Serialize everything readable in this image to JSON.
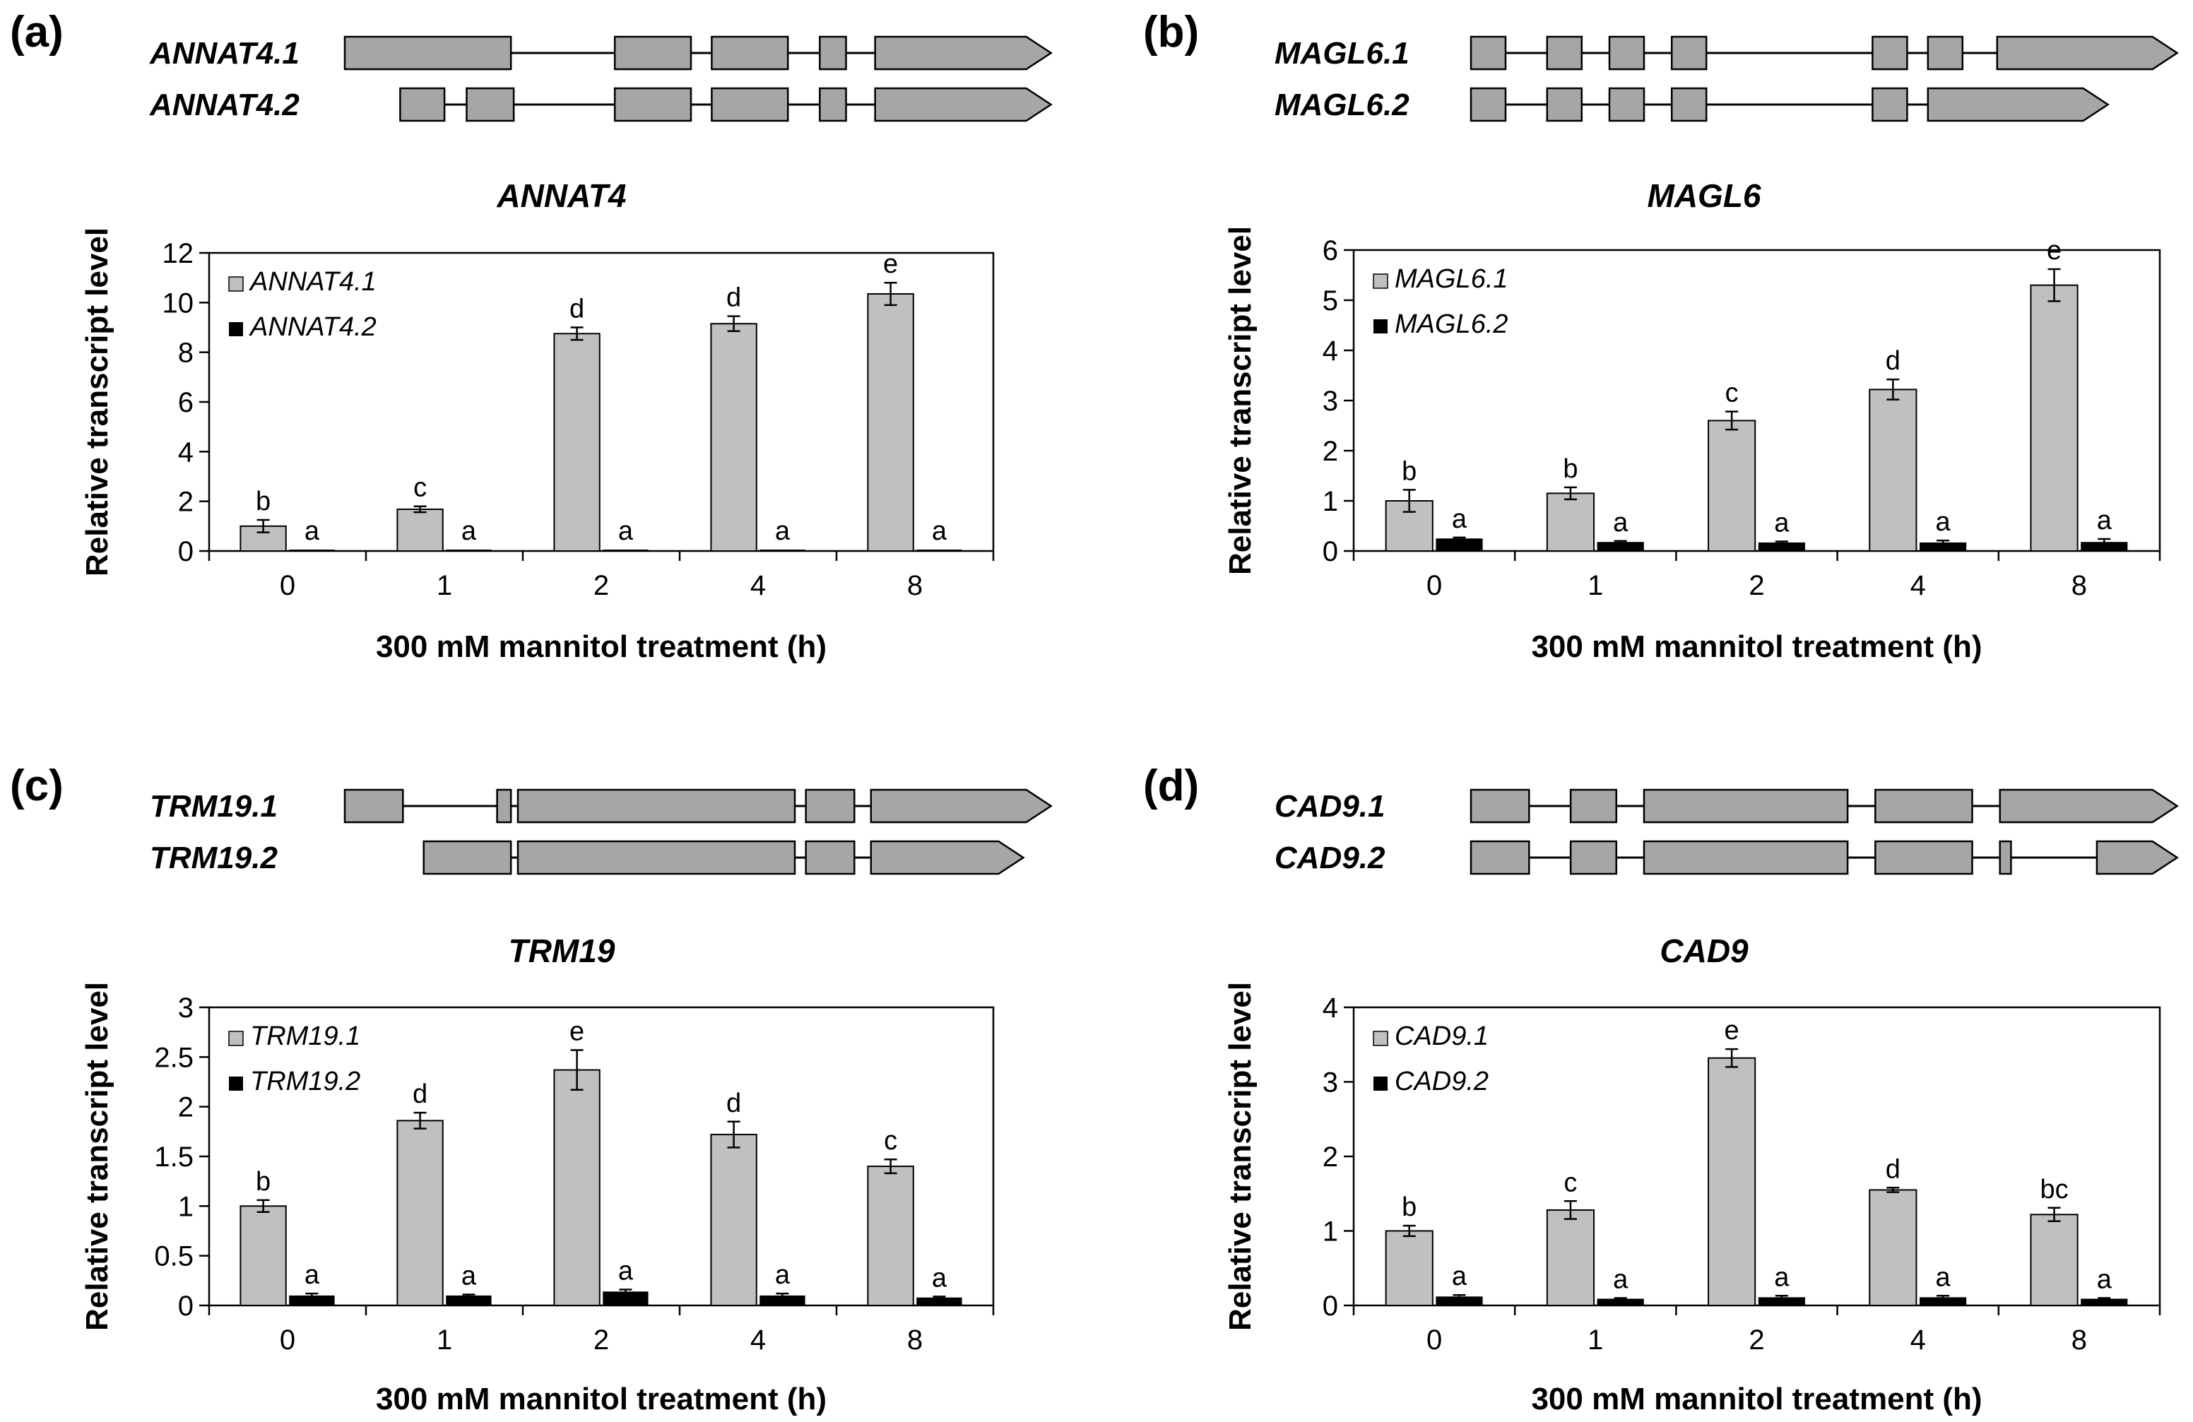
{
  "panels": [
    {
      "letter": "(a)",
      "gene_models": [
        {
          "name": "ANNAT4.1",
          "exons": [
            [
              0,
              120
            ],
            [
              195,
              250
            ],
            [
              265,
              320
            ],
            [
              343,
              362
            ],
            [
              383,
              510
            ]
          ]
        },
        {
          "name": "ANNAT4.2",
          "exons": [
            [
              40,
              72
            ],
            [
              88,
              122
            ],
            [
              195,
              250
            ],
            [
              265,
              320
            ],
            [
              343,
              362
            ],
            [
              383,
              510
            ]
          ]
        }
      ],
      "chart_data": {
        "type": "bar",
        "title": "ANNAT4",
        "xlabel": "300 mM mannitol treatment (h)",
        "ylabel": "Relative transcript level",
        "categories": [
          "0",
          "1",
          "2",
          "4",
          "8"
        ],
        "ylim": [
          0,
          12
        ],
        "yticks": [
          0,
          2,
          4,
          6,
          8,
          10,
          12
        ],
        "series": [
          {
            "name": "ANNAT4.1",
            "color": "#c0c0c0",
            "values": [
              1.0,
              1.68,
              8.75,
              9.15,
              10.35
            ],
            "errors": [
              0.25,
              0.12,
              0.25,
              0.3,
              0.45
            ],
            "labels": [
              "b",
              "c",
              "d",
              "d",
              "e"
            ]
          },
          {
            "name": "ANNAT4.2",
            "color": "#000000",
            "values": [
              0.02,
              0.02,
              0.02,
              0.02,
              0.02
            ],
            "errors": [
              0,
              0,
              0,
              0,
              0
            ],
            "labels": [
              "a",
              "a",
              "a",
              "a",
              "a"
            ]
          }
        ]
      }
    },
    {
      "letter": "(b)",
      "gene_models": [
        {
          "name": "MAGL6.1",
          "exons": [
            [
              0,
              25
            ],
            [
              55,
              80
            ],
            [
              100,
              125
            ],
            [
              145,
              170
            ],
            [
              290,
              315
            ],
            [
              330,
              355
            ],
            [
              380,
              510
            ]
          ]
        },
        {
          "name": "MAGL6.2",
          "exons": [
            [
              0,
              25
            ],
            [
              55,
              80
            ],
            [
              100,
              125
            ],
            [
              145,
              170
            ],
            [
              290,
              315
            ],
            [
              330,
              460
            ]
          ]
        }
      ],
      "chart_data": {
        "type": "bar",
        "title": "MAGL6",
        "xlabel": "300 mM mannitol treatment (h)",
        "ylabel": "Relative transcript level",
        "categories": [
          "0",
          "1",
          "2",
          "4",
          "8"
        ],
        "ylim": [
          0,
          6
        ],
        "yticks": [
          0,
          1,
          2,
          3,
          4,
          5,
          6
        ],
        "series": [
          {
            "name": "MAGL6.1",
            "color": "#c0c0c0",
            "values": [
              1.0,
              1.15,
              2.6,
              3.22,
              5.3
            ],
            "errors": [
              0.22,
              0.12,
              0.18,
              0.2,
              0.32
            ],
            "labels": [
              "b",
              "b",
              "c",
              "d",
              "e"
            ]
          },
          {
            "name": "MAGL6.2",
            "color": "#000000",
            "values": [
              0.25,
              0.18,
              0.17,
              0.17,
              0.18
            ],
            "errors": [
              0.02,
              0.02,
              0.02,
              0.04,
              0.06
            ],
            "labels": [
              "a",
              "a",
              "a",
              "a",
              "a"
            ]
          }
        ]
      }
    },
    {
      "letter": "(c)",
      "gene_models": [
        {
          "name": "TRM19.1",
          "exons": [
            [
              0,
              42
            ],
            [
              110,
              120
            ],
            [
              125,
              325
            ],
            [
              333,
              368
            ],
            [
              380,
              510
            ]
          ]
        },
        {
          "name": "TRM19.2",
          "exons": [
            [
              57,
              120
            ],
            [
              125,
              325
            ],
            [
              333,
              368
            ],
            [
              380,
              490
            ]
          ]
        }
      ],
      "chart_data": {
        "type": "bar",
        "title": "TRM19",
        "xlabel": "300 mM mannitol treatment (h)",
        "ylabel": "Relative transcript level",
        "categories": [
          "0",
          "1",
          "2",
          "4",
          "8"
        ],
        "ylim": [
          0,
          3
        ],
        "yticks": [
          "0",
          "0.5",
          "1",
          "1.5",
          "2",
          "2.5",
          "3"
        ],
        "series": [
          {
            "name": "TRM19.1",
            "color": "#c0c0c0",
            "values": [
              1.0,
              1.86,
              2.37,
              1.72,
              1.4
            ],
            "errors": [
              0.06,
              0.08,
              0.2,
              0.13,
              0.07
            ],
            "labels": [
              "b",
              "d",
              "e",
              "d",
              "c"
            ]
          },
          {
            "name": "TRM19.2",
            "color": "#000000",
            "values": [
              0.1,
              0.1,
              0.14,
              0.1,
              0.08
            ],
            "errors": [
              0.02,
              0.01,
              0.02,
              0.02,
              0.01
            ],
            "labels": [
              "a",
              "a",
              "a",
              "a",
              "a"
            ]
          }
        ]
      }
    },
    {
      "letter": "(d)",
      "gene_models": [
        {
          "name": "CAD9.1",
          "exons": [
            [
              0,
              42
            ],
            [
              72,
              105
            ],
            [
              125,
              272
            ],
            [
              292,
              362
            ],
            [
              382,
              510
            ]
          ]
        },
        {
          "name": "CAD9.2",
          "exons": [
            [
              0,
              42
            ],
            [
              72,
              105
            ],
            [
              125,
              272
            ],
            [
              292,
              362
            ],
            [
              382,
              390
            ],
            [
              452,
              510
            ]
          ]
        }
      ],
      "chart_data": {
        "type": "bar",
        "title": "CAD9",
        "xlabel": "300 mM mannitol treatment (h)",
        "ylabel": "Relative transcript level",
        "categories": [
          "0",
          "1",
          "2",
          "4",
          "8"
        ],
        "ylim": [
          0,
          4
        ],
        "yticks": [
          0,
          1,
          2,
          3,
          4
        ],
        "series": [
          {
            "name": "CAD9.1",
            "color": "#c0c0c0",
            "values": [
              1.0,
              1.28,
              3.32,
              1.55,
              1.22
            ],
            "errors": [
              0.07,
              0.12,
              0.12,
              0.03,
              0.09
            ],
            "labels": [
              "b",
              "c",
              "e",
              "d",
              "bc"
            ]
          },
          {
            "name": "CAD9.2",
            "color": "#000000",
            "values": [
              0.12,
              0.09,
              0.11,
              0.11,
              0.09
            ],
            "errors": [
              0.02,
              0.01,
              0.02,
              0.02,
              0.01
            ],
            "labels": [
              "a",
              "a",
              "a",
              "a",
              "a"
            ]
          }
        ]
      }
    }
  ]
}
